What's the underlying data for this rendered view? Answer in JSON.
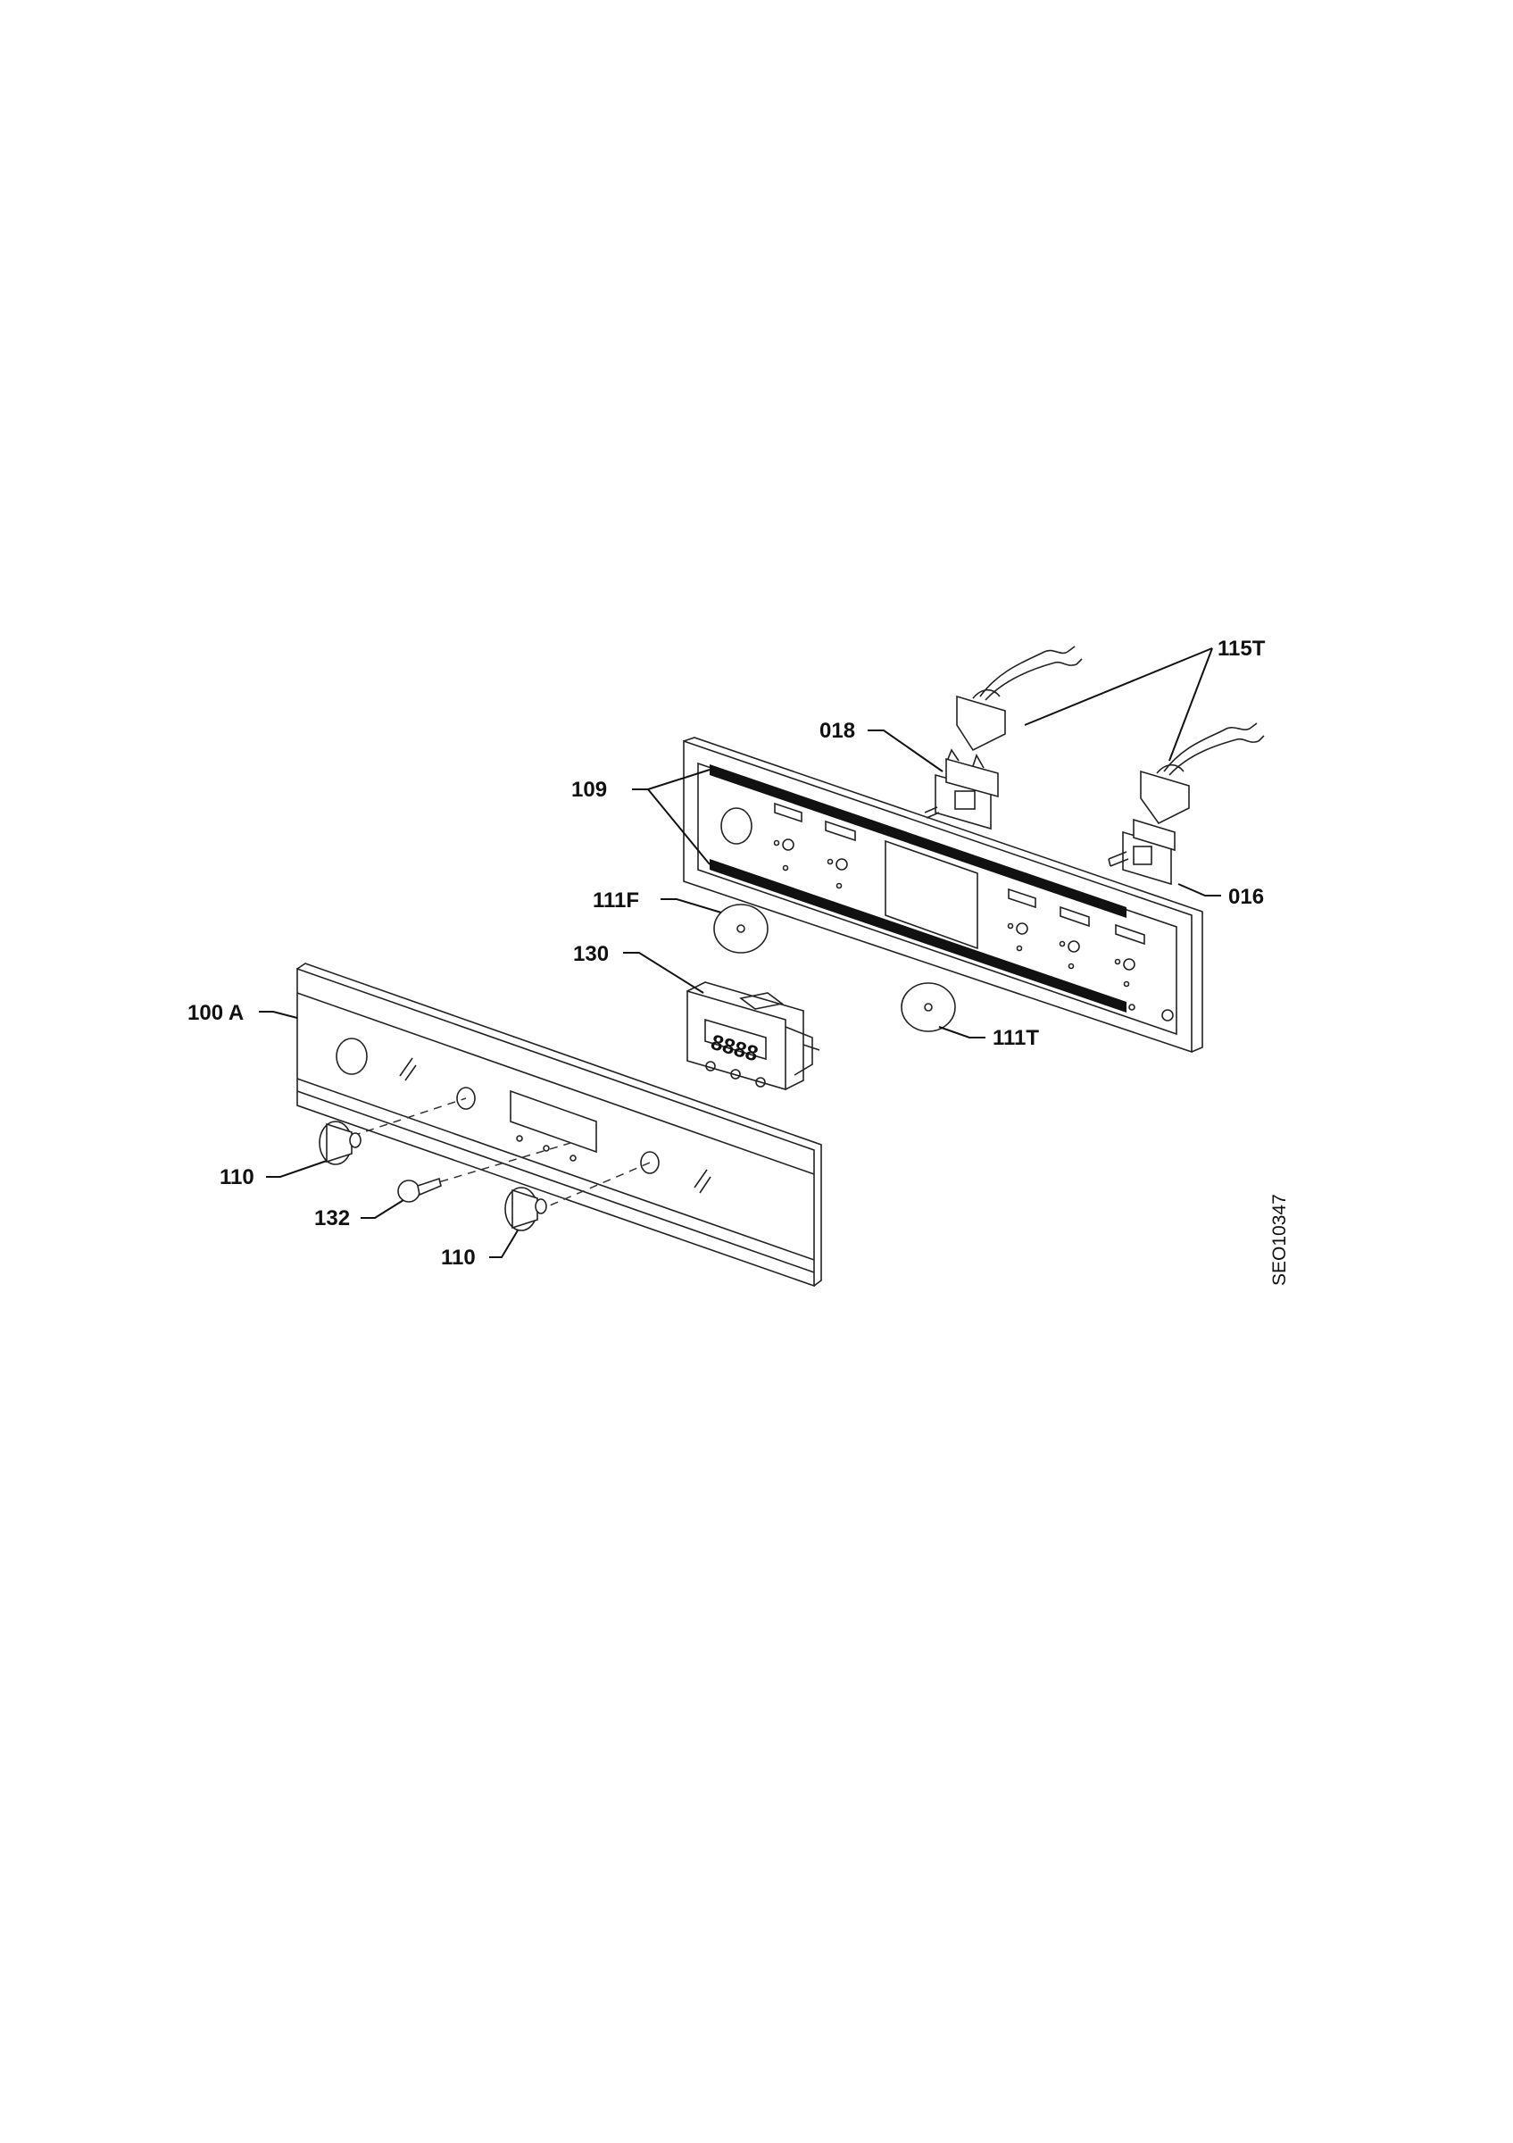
{
  "diagram": {
    "labels": {
      "p115T": "115T",
      "p018": "018",
      "p109": "109",
      "p016": "016",
      "p111F": "111F",
      "p130": "130",
      "p111T": "111T",
      "p100A": "100 A",
      "p110a": "110",
      "p132": "132",
      "p110b": "110"
    },
    "doc_code": "SEO10347",
    "display_digits": "8888"
  }
}
